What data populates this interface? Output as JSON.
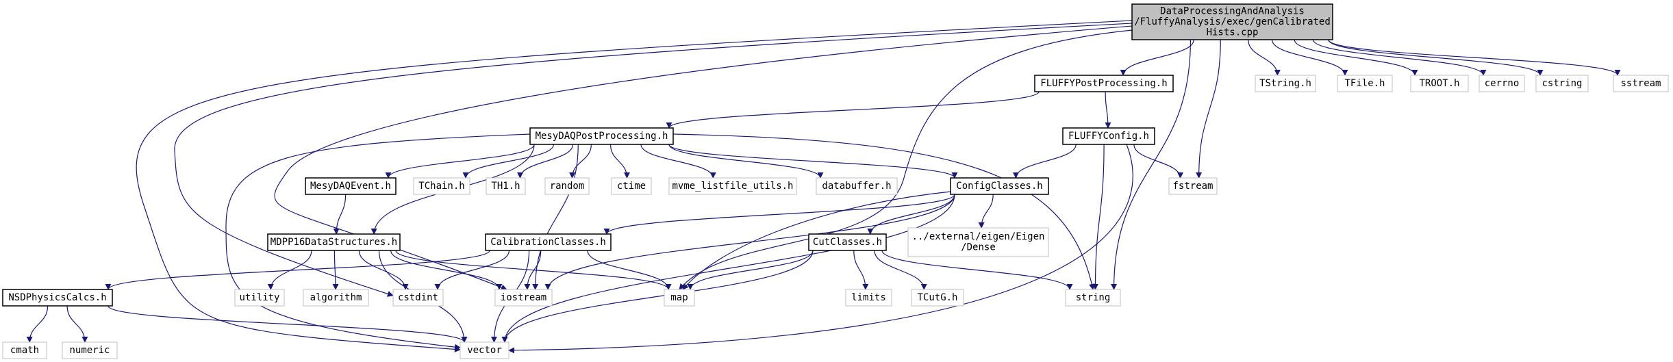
{
  "colors": {
    "edge": "#191970",
    "root_fill": "#bfbfbf",
    "root_stroke": "#000000",
    "documented_stroke": "#000000",
    "external_stroke": "#bfbfbf",
    "node_fill": "#ffffff",
    "text": "#000000"
  },
  "nodes": [
    {
      "id": "root",
      "kind": "root",
      "lines": [
        "DataProcessingAndAnalysis",
        "/FluffyAnalysis/exec/genCalibrated",
        "Hists.cpp"
      ]
    },
    {
      "id": "fluffy_postproc",
      "kind": "documented",
      "lines": [
        "FLUFFYPostProcessing.h"
      ]
    },
    {
      "id": "tstring",
      "kind": "external",
      "lines": [
        "TString.h"
      ]
    },
    {
      "id": "tfile",
      "kind": "external",
      "lines": [
        "TFile.h"
      ]
    },
    {
      "id": "troot",
      "kind": "external",
      "lines": [
        "TROOT.h"
      ]
    },
    {
      "id": "cerrno",
      "kind": "external",
      "lines": [
        "cerrno"
      ]
    },
    {
      "id": "cstring",
      "kind": "external",
      "lines": [
        "cstring"
      ]
    },
    {
      "id": "sstream",
      "kind": "external",
      "lines": [
        "sstream"
      ]
    },
    {
      "id": "mesydaq_postproc",
      "kind": "documented",
      "lines": [
        "MesyDAQPostProcessing.h"
      ]
    },
    {
      "id": "fluffy_config",
      "kind": "documented",
      "lines": [
        "FLUFFYConfig.h"
      ]
    },
    {
      "id": "mesydaq_event",
      "kind": "documented",
      "lines": [
        "MesyDAQEvent.h"
      ]
    },
    {
      "id": "tchain",
      "kind": "external",
      "lines": [
        "TChain.h"
      ]
    },
    {
      "id": "th1",
      "kind": "external",
      "lines": [
        "TH1.h"
      ]
    },
    {
      "id": "random",
      "kind": "external",
      "lines": [
        "random"
      ]
    },
    {
      "id": "ctime",
      "kind": "external",
      "lines": [
        "ctime"
      ]
    },
    {
      "id": "mvme",
      "kind": "external",
      "lines": [
        "mvme_listfile_utils.h"
      ]
    },
    {
      "id": "databuffer",
      "kind": "external",
      "lines": [
        "databuffer.h"
      ]
    },
    {
      "id": "config_classes",
      "kind": "documented",
      "lines": [
        "ConfigClasses.h"
      ]
    },
    {
      "id": "fstream",
      "kind": "external",
      "lines": [
        "fstream"
      ]
    },
    {
      "id": "mdpp16",
      "kind": "documented",
      "lines": [
        "MDPP16DataStructures.h"
      ]
    },
    {
      "id": "calibration",
      "kind": "documented",
      "lines": [
        "CalibrationClasses.h"
      ]
    },
    {
      "id": "cut_classes",
      "kind": "documented",
      "lines": [
        "CutClasses.h"
      ]
    },
    {
      "id": "eigen",
      "kind": "external",
      "lines": [
        "../external/eigen/Eigen",
        "/Dense"
      ]
    },
    {
      "id": "nsd",
      "kind": "documented",
      "lines": [
        "NSDPhysicsCalcs.h"
      ]
    },
    {
      "id": "utility",
      "kind": "external",
      "lines": [
        "utility"
      ]
    },
    {
      "id": "algorithm",
      "kind": "external",
      "lines": [
        "algorithm"
      ]
    },
    {
      "id": "cstdint",
      "kind": "external",
      "lines": [
        "cstdint"
      ]
    },
    {
      "id": "iostream",
      "kind": "external",
      "lines": [
        "iostream"
      ]
    },
    {
      "id": "map",
      "kind": "external",
      "lines": [
        "map"
      ]
    },
    {
      "id": "limits",
      "kind": "external",
      "lines": [
        "limits"
      ]
    },
    {
      "id": "tcutg",
      "kind": "external",
      "lines": [
        "TCutG.h"
      ]
    },
    {
      "id": "string",
      "kind": "external",
      "lines": [
        "string"
      ]
    },
    {
      "id": "cmath",
      "kind": "external",
      "lines": [
        "cmath"
      ]
    },
    {
      "id": "numeric",
      "kind": "external",
      "lines": [
        "numeric"
      ]
    },
    {
      "id": "vector",
      "kind": "external",
      "lines": [
        "vector"
      ]
    }
  ],
  "edges": [
    [
      "root",
      "fluffy_postproc"
    ],
    [
      "root",
      "tstring"
    ],
    [
      "root",
      "tfile"
    ],
    [
      "root",
      "troot"
    ],
    [
      "root",
      "cerrno"
    ],
    [
      "root",
      "cstring"
    ],
    [
      "root",
      "sstream"
    ],
    [
      "root",
      "fstream"
    ],
    [
      "root",
      "string"
    ],
    [
      "root",
      "vector"
    ],
    [
      "root",
      "cstdint"
    ],
    [
      "root",
      "iostream"
    ],
    [
      "root",
      "map"
    ],
    [
      "fluffy_postproc",
      "mesydaq_postproc"
    ],
    [
      "fluffy_postproc",
      "fluffy_config"
    ],
    [
      "mesydaq_postproc",
      "mesydaq_event"
    ],
    [
      "mesydaq_postproc",
      "tchain"
    ],
    [
      "mesydaq_postproc",
      "th1"
    ],
    [
      "mesydaq_postproc",
      "random"
    ],
    [
      "mesydaq_postproc",
      "ctime"
    ],
    [
      "mesydaq_postproc",
      "mvme"
    ],
    [
      "mesydaq_postproc",
      "databuffer"
    ],
    [
      "mesydaq_postproc",
      "config_classes"
    ],
    [
      "mesydaq_postproc",
      "mdpp16"
    ],
    [
      "mesydaq_postproc",
      "string"
    ],
    [
      "mesydaq_postproc",
      "vector"
    ],
    [
      "mesydaq_postproc",
      "iostream"
    ],
    [
      "fluffy_config",
      "config_classes"
    ],
    [
      "fluffy_config",
      "fstream"
    ],
    [
      "fluffy_config",
      "string"
    ],
    [
      "fluffy_config",
      "vector"
    ],
    [
      "mesydaq_event",
      "mdpp16"
    ],
    [
      "config_classes",
      "calibration"
    ],
    [
      "config_classes",
      "cut_classes"
    ],
    [
      "config_classes",
      "eigen"
    ],
    [
      "config_classes",
      "map"
    ],
    [
      "config_classes",
      "iostream"
    ],
    [
      "config_classes",
      "vector"
    ],
    [
      "mdpp16",
      "utility"
    ],
    [
      "mdpp16",
      "algorithm"
    ],
    [
      "mdpp16",
      "cstdint"
    ],
    [
      "mdpp16",
      "iostream"
    ],
    [
      "mdpp16",
      "map"
    ],
    [
      "mdpp16",
      "vector"
    ],
    [
      "calibration",
      "nsd"
    ],
    [
      "calibration",
      "cstdint"
    ],
    [
      "calibration",
      "iostream"
    ],
    [
      "calibration",
      "map"
    ],
    [
      "calibration",
      "vector"
    ],
    [
      "cut_classes",
      "map"
    ],
    [
      "cut_classes",
      "limits"
    ],
    [
      "cut_classes",
      "tcutg"
    ],
    [
      "cut_classes",
      "string"
    ],
    [
      "cut_classes",
      "vector"
    ],
    [
      "nsd",
      "cmath"
    ],
    [
      "nsd",
      "numeric"
    ],
    [
      "nsd",
      "vector"
    ]
  ]
}
